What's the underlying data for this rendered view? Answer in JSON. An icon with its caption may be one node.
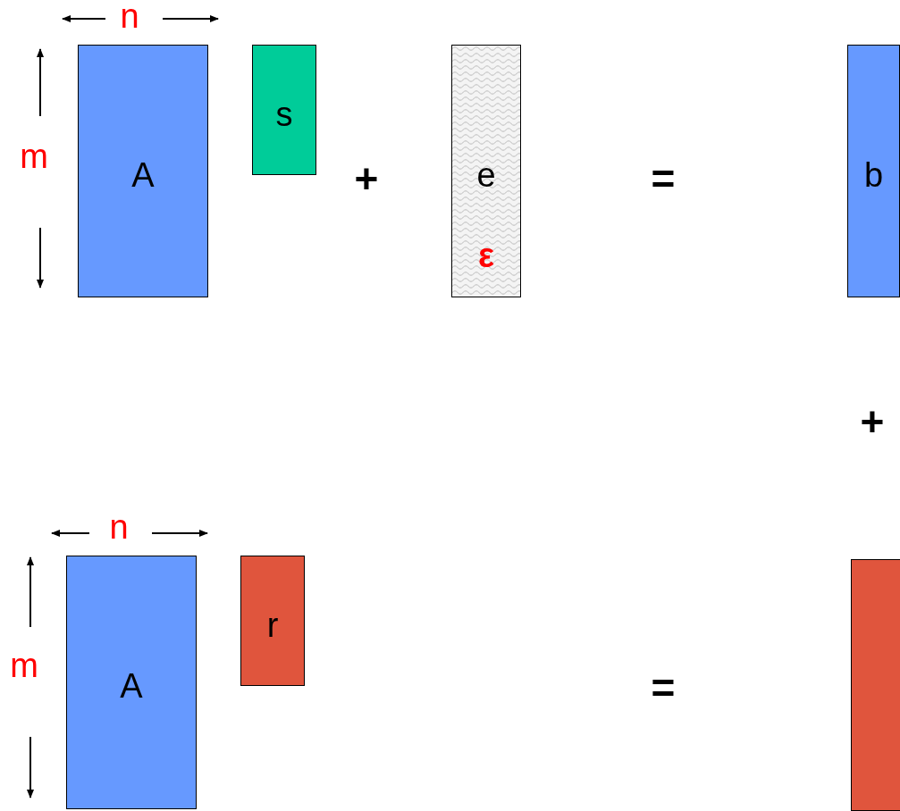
{
  "diagram": {
    "nodes": [
      {
        "text": [
          "A"
        ]
      },
      {
        "text": [
          "s"
        ]
      },
      {
        "text": [
          "e",
          "ε"
        ]
      },
      {
        "text": [
          "b"
        ]
      },
      {
        "text": [
          "A"
        ]
      },
      {
        "text": [
          "r"
        ]
      },
      {
        "text": [],
        "shape": "box"
      }
    ],
    "labels": [
      "n",
      "m",
      "+",
      "=",
      "+",
      "n",
      "m",
      "="
    ]
  }
}
